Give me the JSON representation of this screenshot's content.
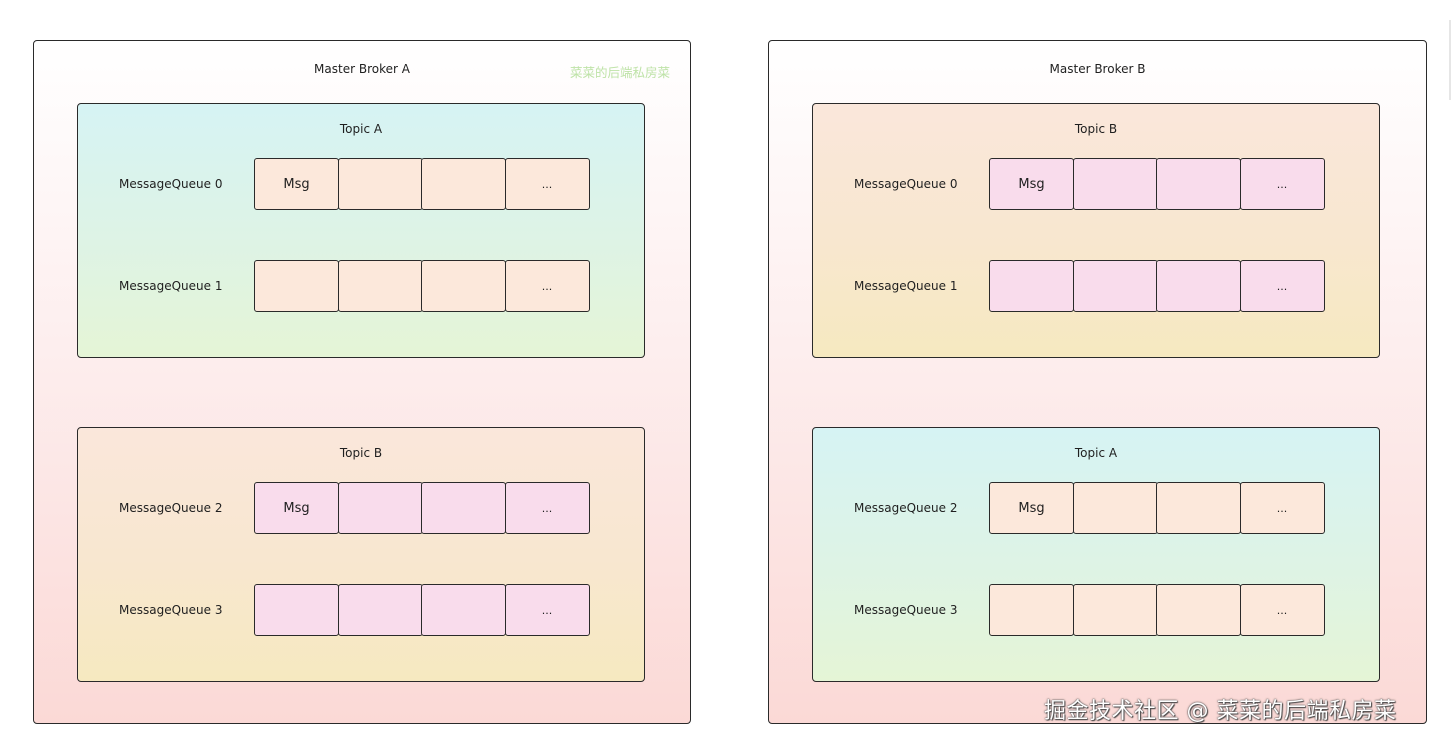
{
  "broker_a": {
    "title": "Master Broker A",
    "watermark": "菜菜的后端私房菜",
    "topics": [
      {
        "title": "Topic A",
        "queues": [
          {
            "label": "MessageQueue 0",
            "cells": [
              "Msg",
              "",
              "",
              "..."
            ]
          },
          {
            "label": "MessageQueue 1",
            "cells": [
              "",
              "",
              "",
              "..."
            ]
          }
        ]
      },
      {
        "title": "Topic B",
        "queues": [
          {
            "label": "MessageQueue 2",
            "cells": [
              "Msg",
              "",
              "",
              "..."
            ]
          },
          {
            "label": "MessageQueue 3",
            "cells": [
              "",
              "",
              "",
              "..."
            ]
          }
        ]
      }
    ]
  },
  "broker_b": {
    "title": "Master Broker B",
    "topics": [
      {
        "title": "Topic B",
        "queues": [
          {
            "label": "MessageQueue 0",
            "cells": [
              "Msg",
              "",
              "",
              "..."
            ]
          },
          {
            "label": "MessageQueue 1",
            "cells": [
              "",
              "",
              "",
              "..."
            ]
          }
        ]
      },
      {
        "title": "Topic A",
        "queues": [
          {
            "label": "MessageQueue 2",
            "cells": [
              "Msg",
              "",
              "",
              "..."
            ]
          },
          {
            "label": "MessageQueue 3",
            "cells": [
              "",
              "",
              "",
              "..."
            ]
          }
        ]
      }
    ]
  },
  "footer_watermark": "掘金技术社区 @ 菜菜的后端私房菜",
  "colors": {
    "topic_a_cell": "#fce8db",
    "topic_b_cell": "#f9dcec",
    "watermark_green": "#bfe3a8"
  }
}
